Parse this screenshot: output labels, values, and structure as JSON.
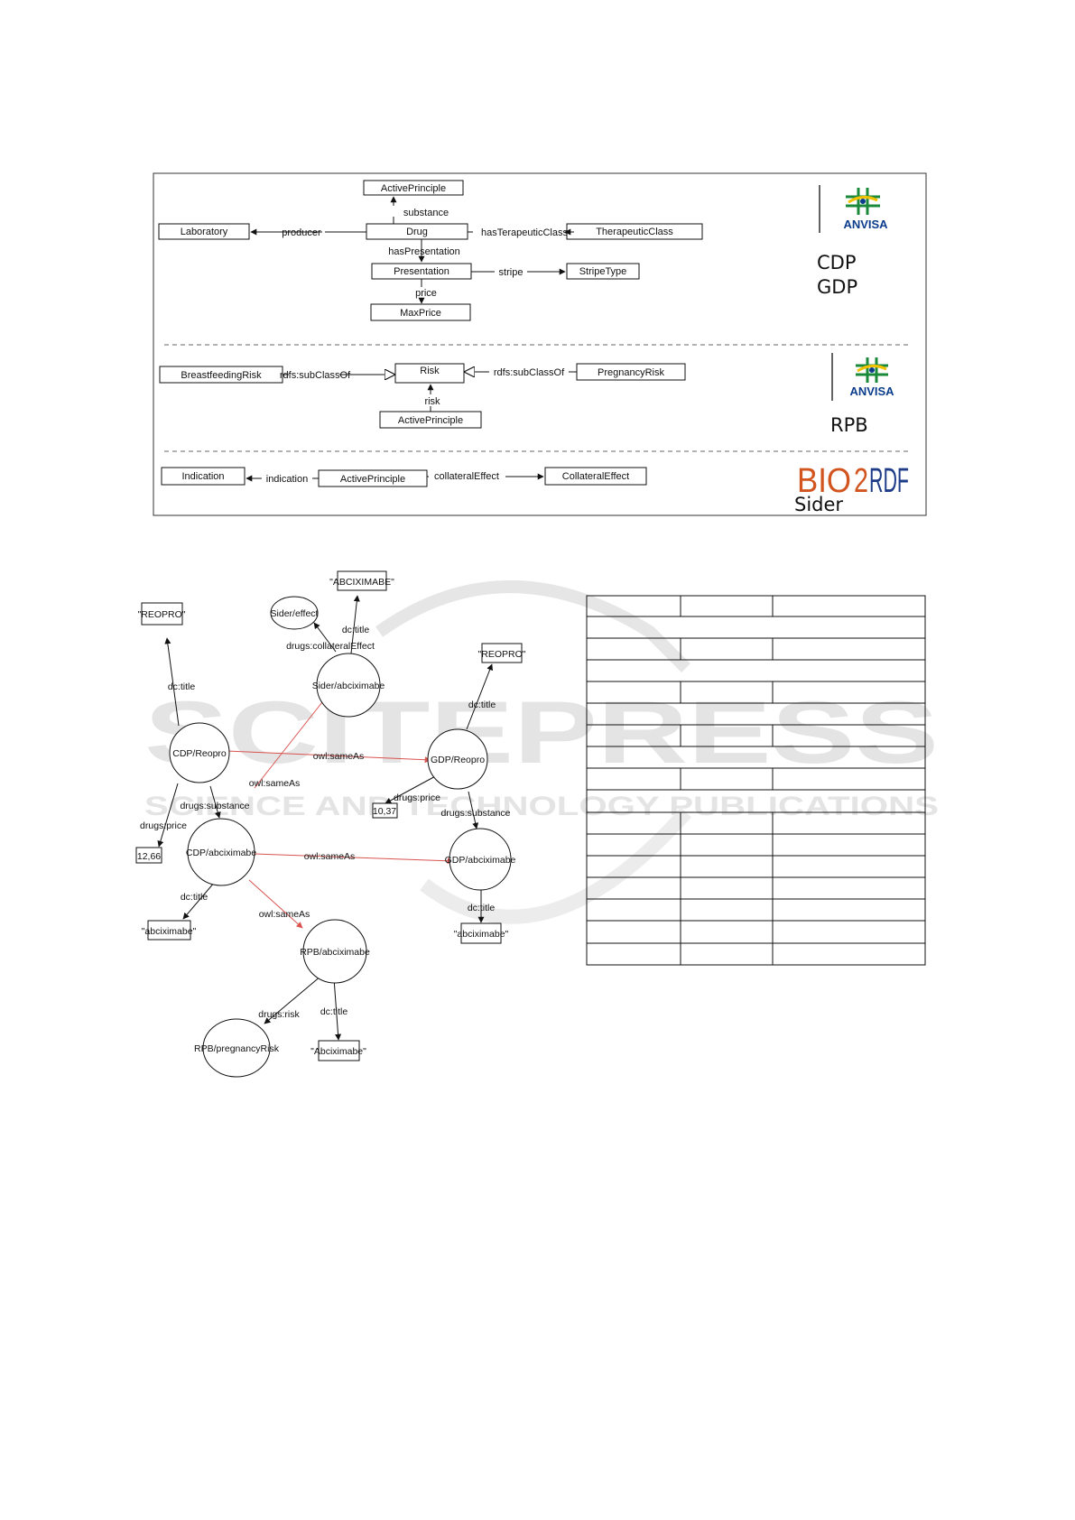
{
  "schema_panel": {
    "section1": {
      "nodes": {
        "active_principle": "ActivePrinciple",
        "drug": "Drug",
        "laboratory": "Laboratory",
        "therapeutic_class": "TherapeuticClass",
        "presentation": "Presentation",
        "stripe_type": "StripeType",
        "max_price": "MaxPrice"
      },
      "edges": {
        "substance": "substance",
        "producer": "producer",
        "has_therapeutic_class": "hasTerapeuticClass",
        "has_presentation": "hasPresentation",
        "stripe": "stripe",
        "price": "price"
      },
      "logo_text": "ANVISA",
      "source_labels": [
        "CDP",
        "GDP"
      ]
    },
    "section2": {
      "nodes": {
        "breastfeeding_risk": "BreastfeedingRisk",
        "risk": "Risk",
        "pregnancy_risk": "PregnancyRisk",
        "active_principle": "ActivePrinciple"
      },
      "edges": {
        "subclass_left": "rdfs:subClassOf",
        "subclass_right": "rdfs:subClassOf",
        "risk": "risk"
      },
      "logo_text": "ANVISA",
      "source_label": "RPB"
    },
    "section3": {
      "nodes": {
        "indication": "Indication",
        "active_principle": "ActivePrinciple",
        "collateral_effect": "CollateralEffect"
      },
      "edges": {
        "indication": "indication",
        "collateral_effect": "collateralEffect"
      },
      "logo_bio": "BIO",
      "logo_2": "2",
      "logo_rdf": "RDF",
      "source_label": "Sider"
    }
  },
  "instance_graph": {
    "nodes": {
      "cdp_reopro": "CDP/Reopro",
      "cdp_abciximabe": "CDP/abciximabe",
      "sider_abciximabe": "Sider/abciximabe",
      "sider_effect": "Sider/effect",
      "gdp_reopro": "GDP/Reopro",
      "gdp_abciximabe": "GDP/abciximabe",
      "rpb_abciximabe": "RPB/abciximabe",
      "rpb_pregnancy_risk": "RPB/pregnancyRisk"
    },
    "literals": {
      "reopro_1": "\"REOPRO\"",
      "abciximabe_upper": "\"ABCIXIMABE\"",
      "reopro_2": "\"REOPRO\"",
      "price_1": "12,66",
      "price_2": "10,37",
      "abciximabe_1": "\"abciximabe\"",
      "abciximabe_2": "\"abciximabe\"",
      "abciximabe_cap": "\"Abciximabe\""
    },
    "edges": {
      "dc_title": "dc:title",
      "drugs_collateral_effect": "drugs:collateralEffect",
      "owl_same_as": "owl:sameAs",
      "drugs_substance": "drugs:substance",
      "drugs_price": "drugs:price",
      "drugs_risk": "drugs:risk"
    }
  },
  "watermark": {
    "main": "SCITEPRESS",
    "sub": "SCIENCE AND TECHNOLOGY PUBLICATIONS"
  },
  "colors": {
    "same_as_edge": "#d9534f",
    "anvisa_green": "#1a8a3a",
    "anvisa_yellow": "#f2c200",
    "anvisa_blue": "#0b3d8c",
    "bio_orange": "#d2541f",
    "rdf_blue": "#1f3c88"
  }
}
